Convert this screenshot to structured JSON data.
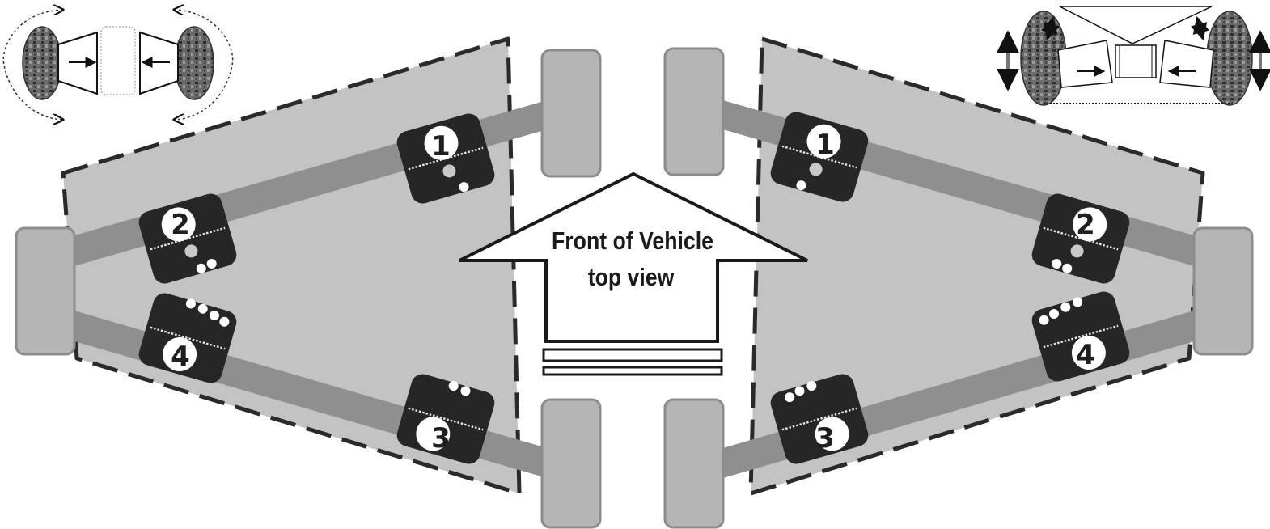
{
  "arrow_label": {
    "line1": "Front of Vehicle",
    "line2": "top view"
  },
  "mount_numbers": [
    "1",
    "2",
    "3",
    "4"
  ],
  "colors": {
    "panel": "#c3c3c3",
    "bar": "#8f8f8f",
    "tire": "#b5b5b5",
    "mount": "#262626",
    "outline": "#2a2a2a"
  },
  "insets": {
    "left": "toe-in-inset",
    "right": "camber-inset"
  }
}
